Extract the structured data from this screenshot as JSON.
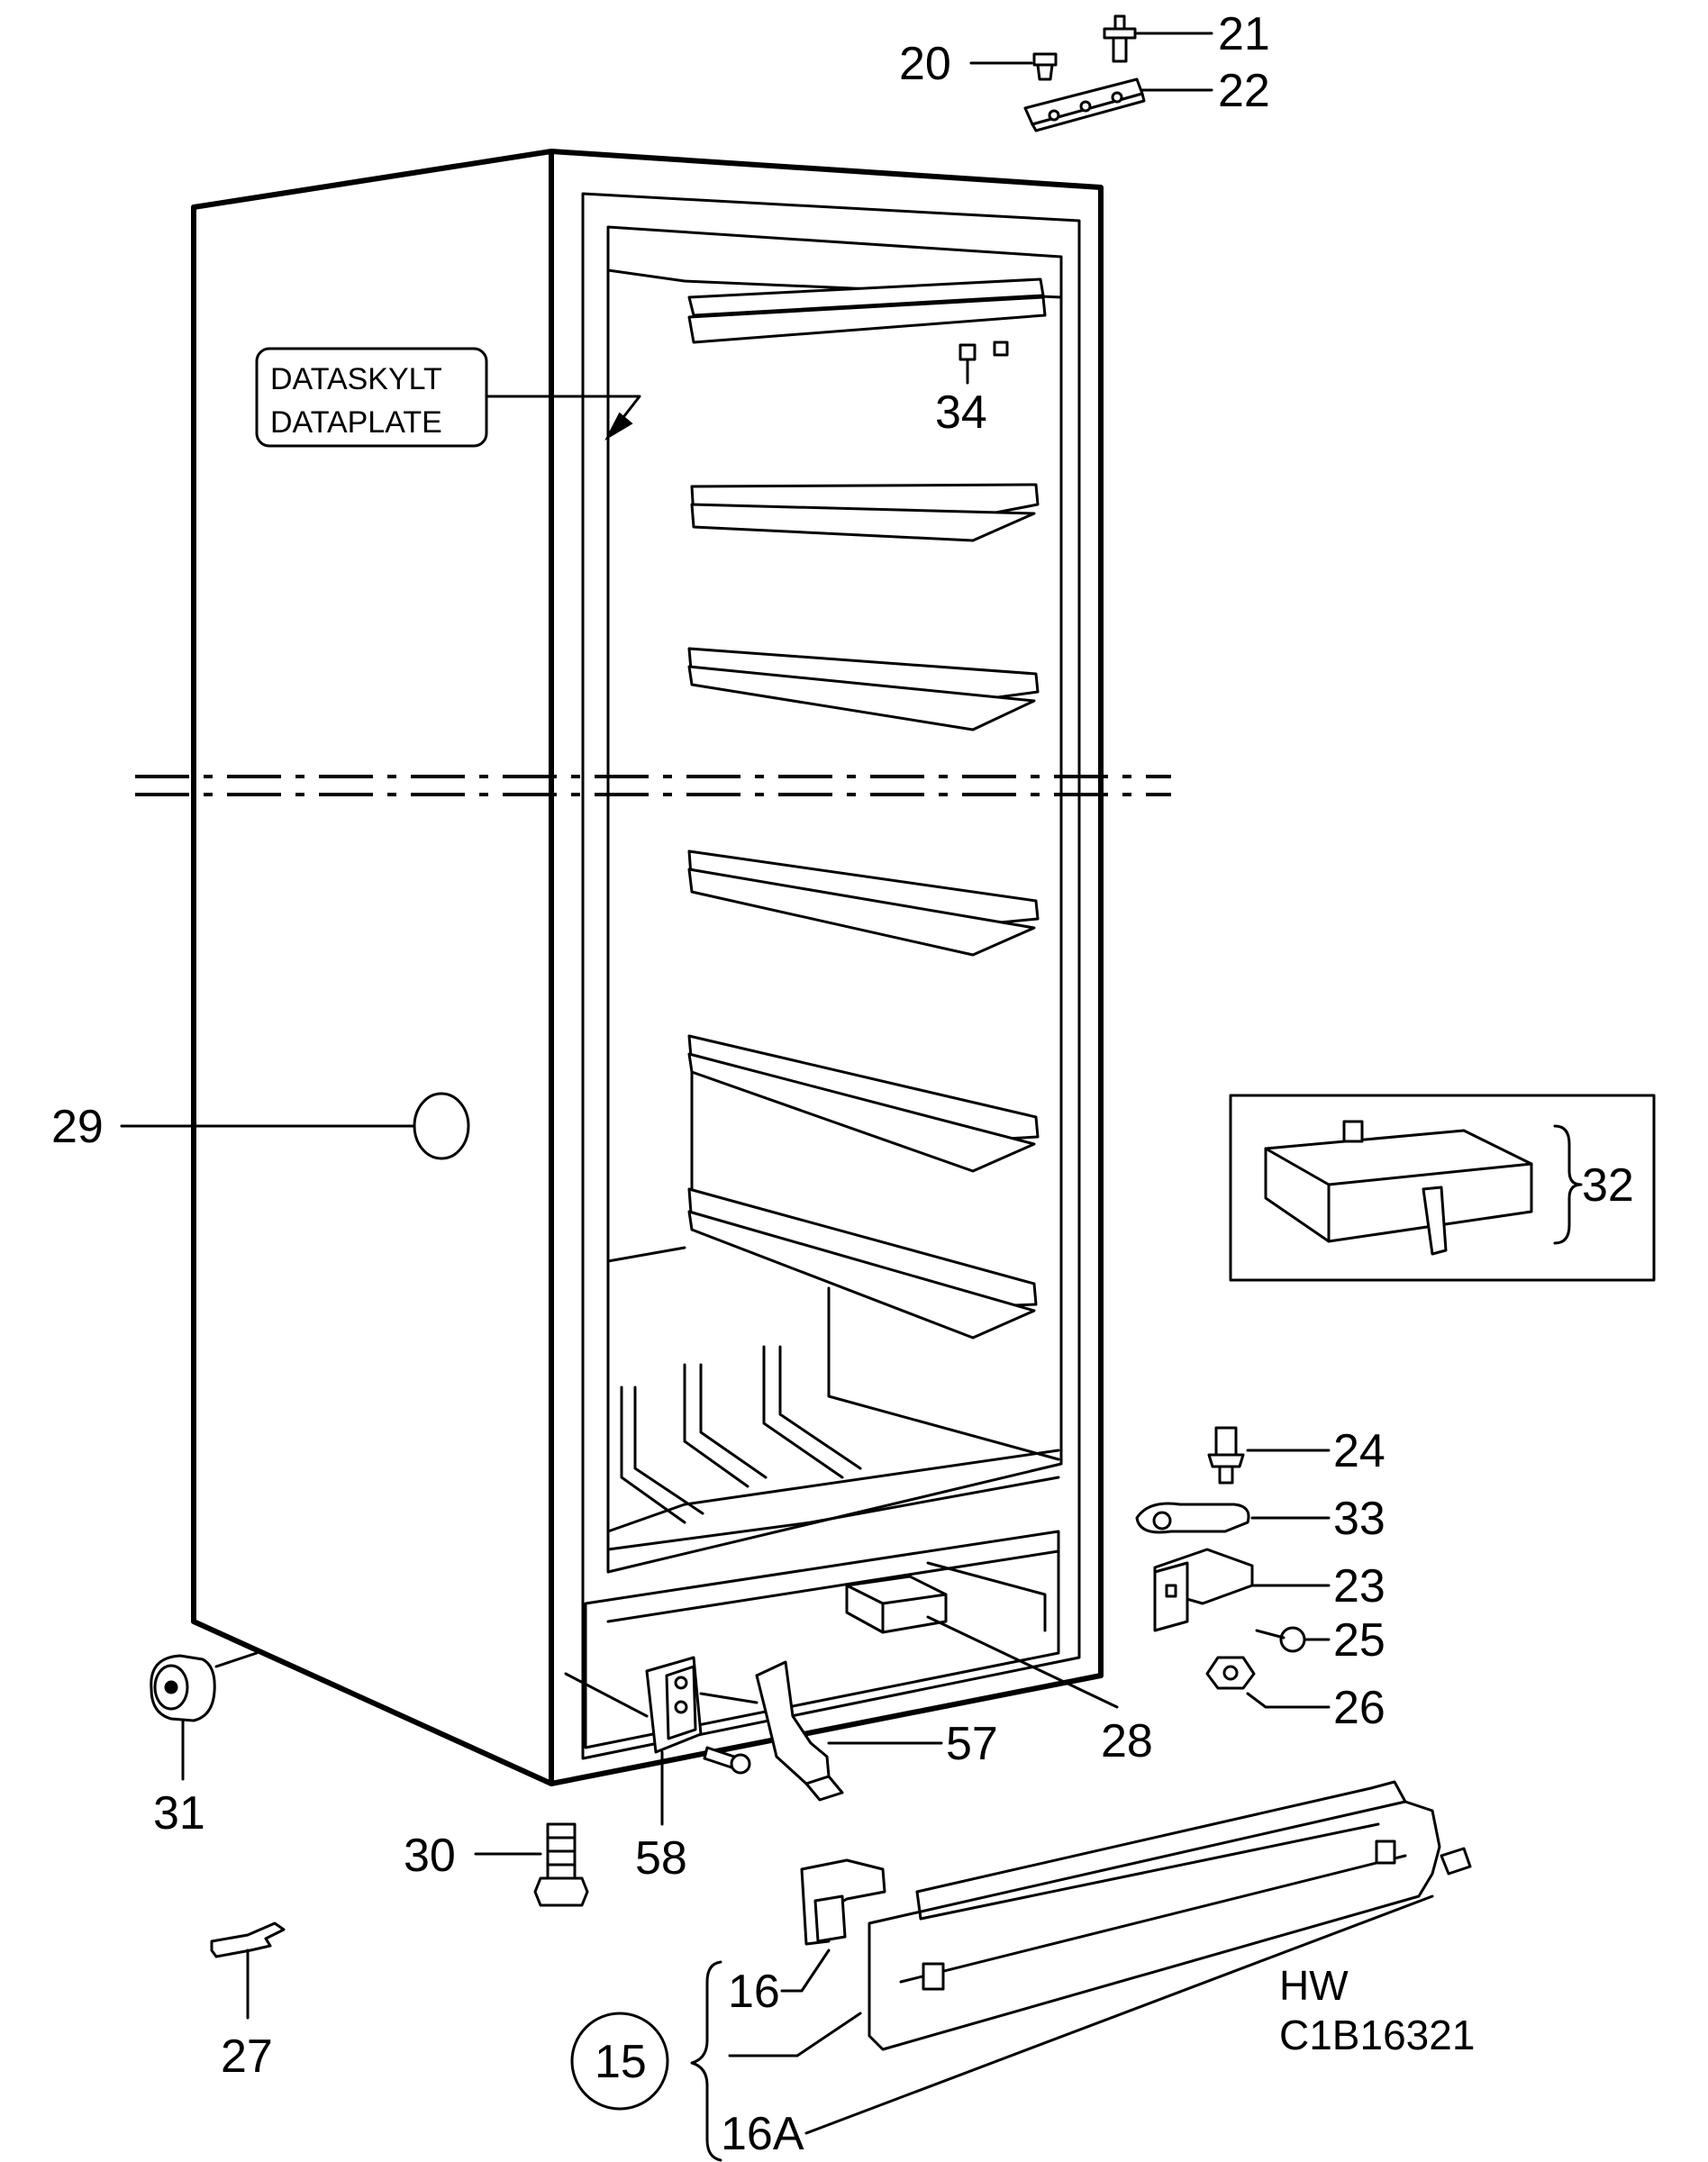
{
  "dataplate": {
    "line1": "DATASKYLT",
    "line2": "DATAPLATE"
  },
  "callouts": {
    "c20": "20",
    "c21": "21",
    "c22": "22",
    "c34": "34",
    "c29": "29",
    "c32": "32",
    "c24": "24",
    "c33": "33",
    "c23": "23",
    "c25": "25",
    "c26": "26",
    "c28": "28",
    "c57": "57",
    "c58": "58",
    "c31": "31",
    "c30": "30",
    "c27": "27",
    "c16": "16",
    "c15": "15",
    "c16a": "16A"
  },
  "drawing_code": {
    "line1": "HW",
    "line2": "C1B16321"
  }
}
